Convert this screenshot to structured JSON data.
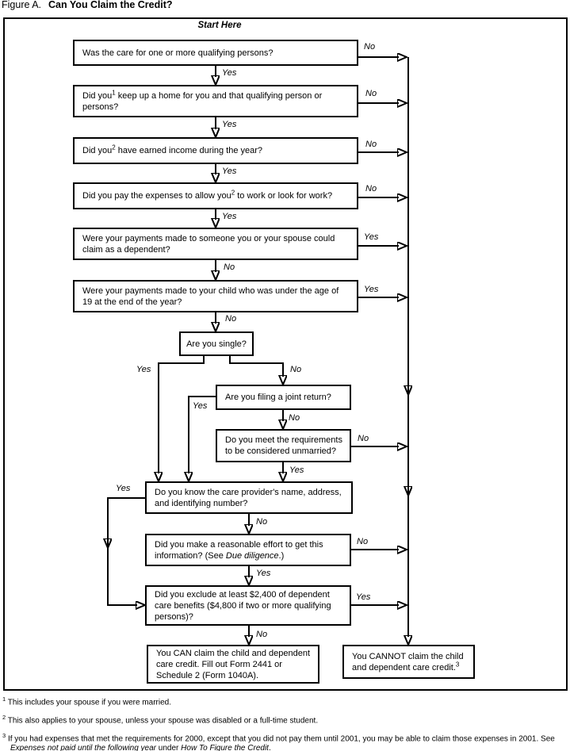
{
  "title": {
    "prefix": "Figure A.",
    "main": "Can You Claim the Credit?"
  },
  "start_label": "Start Here",
  "labels": {
    "yes": "Yes",
    "no": "No"
  },
  "boxes": {
    "q1": {
      "text": "Was the care for one or more qualifying persons?"
    },
    "q2": {
      "pre": "Did you",
      "sup": "1",
      "post": " keep up a home for you and that qualifying person or persons?"
    },
    "q3": {
      "pre": "Did you",
      "sup": "2",
      "post": " have earned income during the year?"
    },
    "q4": {
      "pre": "Did you pay the expenses to allow you",
      "sup": "2",
      "post": " to work or look for work?"
    },
    "q5": {
      "text": "Were your payments made to someone you or your spouse could claim as a dependent?"
    },
    "q6": {
      "text": "Were your payments made to your child who was under the age of 19 at the end of the year?"
    },
    "q7": {
      "text": "Are you single?"
    },
    "q8": {
      "text": "Are you filing a joint return?"
    },
    "q9": {
      "text": "Do you meet the requirements to be considered unmarried?"
    },
    "q10": {
      "text": "Do you know the care provider's name, address, and identifying number?"
    },
    "q11": {
      "pre": "Did you make a reasonable effort to get this information? (See ",
      "italic": "Due diligence",
      "post": ".)"
    },
    "q12": {
      "text": "Did you exclude at least $2,400 of dependent care benefits ($4,800 if two or more qualifying persons)?"
    },
    "result_can": {
      "text": "You CAN claim the child and dependent care credit. Fill out Form 2441 or Schedule 2 (Form 1040A)."
    },
    "result_cannot": {
      "pre": "You CANNOT claim the child and dependent care credit.",
      "sup": "3"
    }
  },
  "footnotes": [
    {
      "marker": "1",
      "text": "This includes your spouse if you were married."
    },
    {
      "marker": "2",
      "text": "This also applies to your spouse, unless your spouse was disabled or a full-time student."
    },
    {
      "marker": "3",
      "pre": "If you had expenses that met the requirements for 2000, except that you did not pay them until 2001, you may be able to claim those expenses in 2001. See ",
      "italic1": "Expenses not paid until the following year",
      "mid": " under ",
      "italic2": "How To Figure the Credit",
      "post": "."
    }
  ]
}
